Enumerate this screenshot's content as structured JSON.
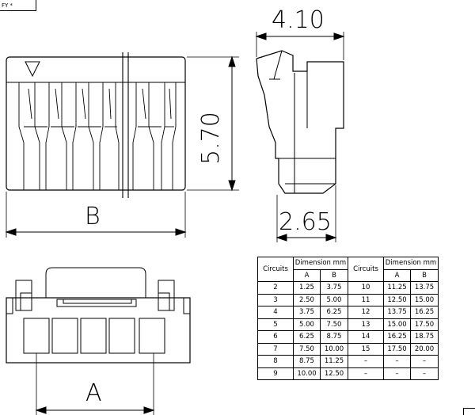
{
  "corner_text": "FY *",
  "dimensions": {
    "top_width": "4.10",
    "height": "5.70",
    "bottom_width": "2.65",
    "front_width": "B",
    "bottom_view_width": "A"
  },
  "table": {
    "headers": {
      "circuits": "Circuits",
      "dimension": "Dimension  mm",
      "col_a": "A",
      "col_b": "B"
    },
    "rows": [
      [
        "2",
        "1.25",
        "3.75",
        "10",
        "11.25",
        "13.75"
      ],
      [
        "3",
        "2.50",
        "5.00",
        "11",
        "12.50",
        "15.00"
      ],
      [
        "4",
        "3.75",
        "6.25",
        "12",
        "13.75",
        "16.25"
      ],
      [
        "5",
        "5.00",
        "7.50",
        "13",
        "15.00",
        "17.50"
      ],
      [
        "6",
        "6.25",
        "8.75",
        "14",
        "16.25",
        "18.75"
      ],
      [
        "7",
        "7.50",
        "10.00",
        "15",
        "17.50",
        "20.00"
      ],
      [
        "8",
        "8.75",
        "11.25",
        "–",
        "–",
        "–"
      ],
      [
        "9",
        "10.00",
        "12.50",
        "–",
        "–",
        "–"
      ]
    ]
  }
}
